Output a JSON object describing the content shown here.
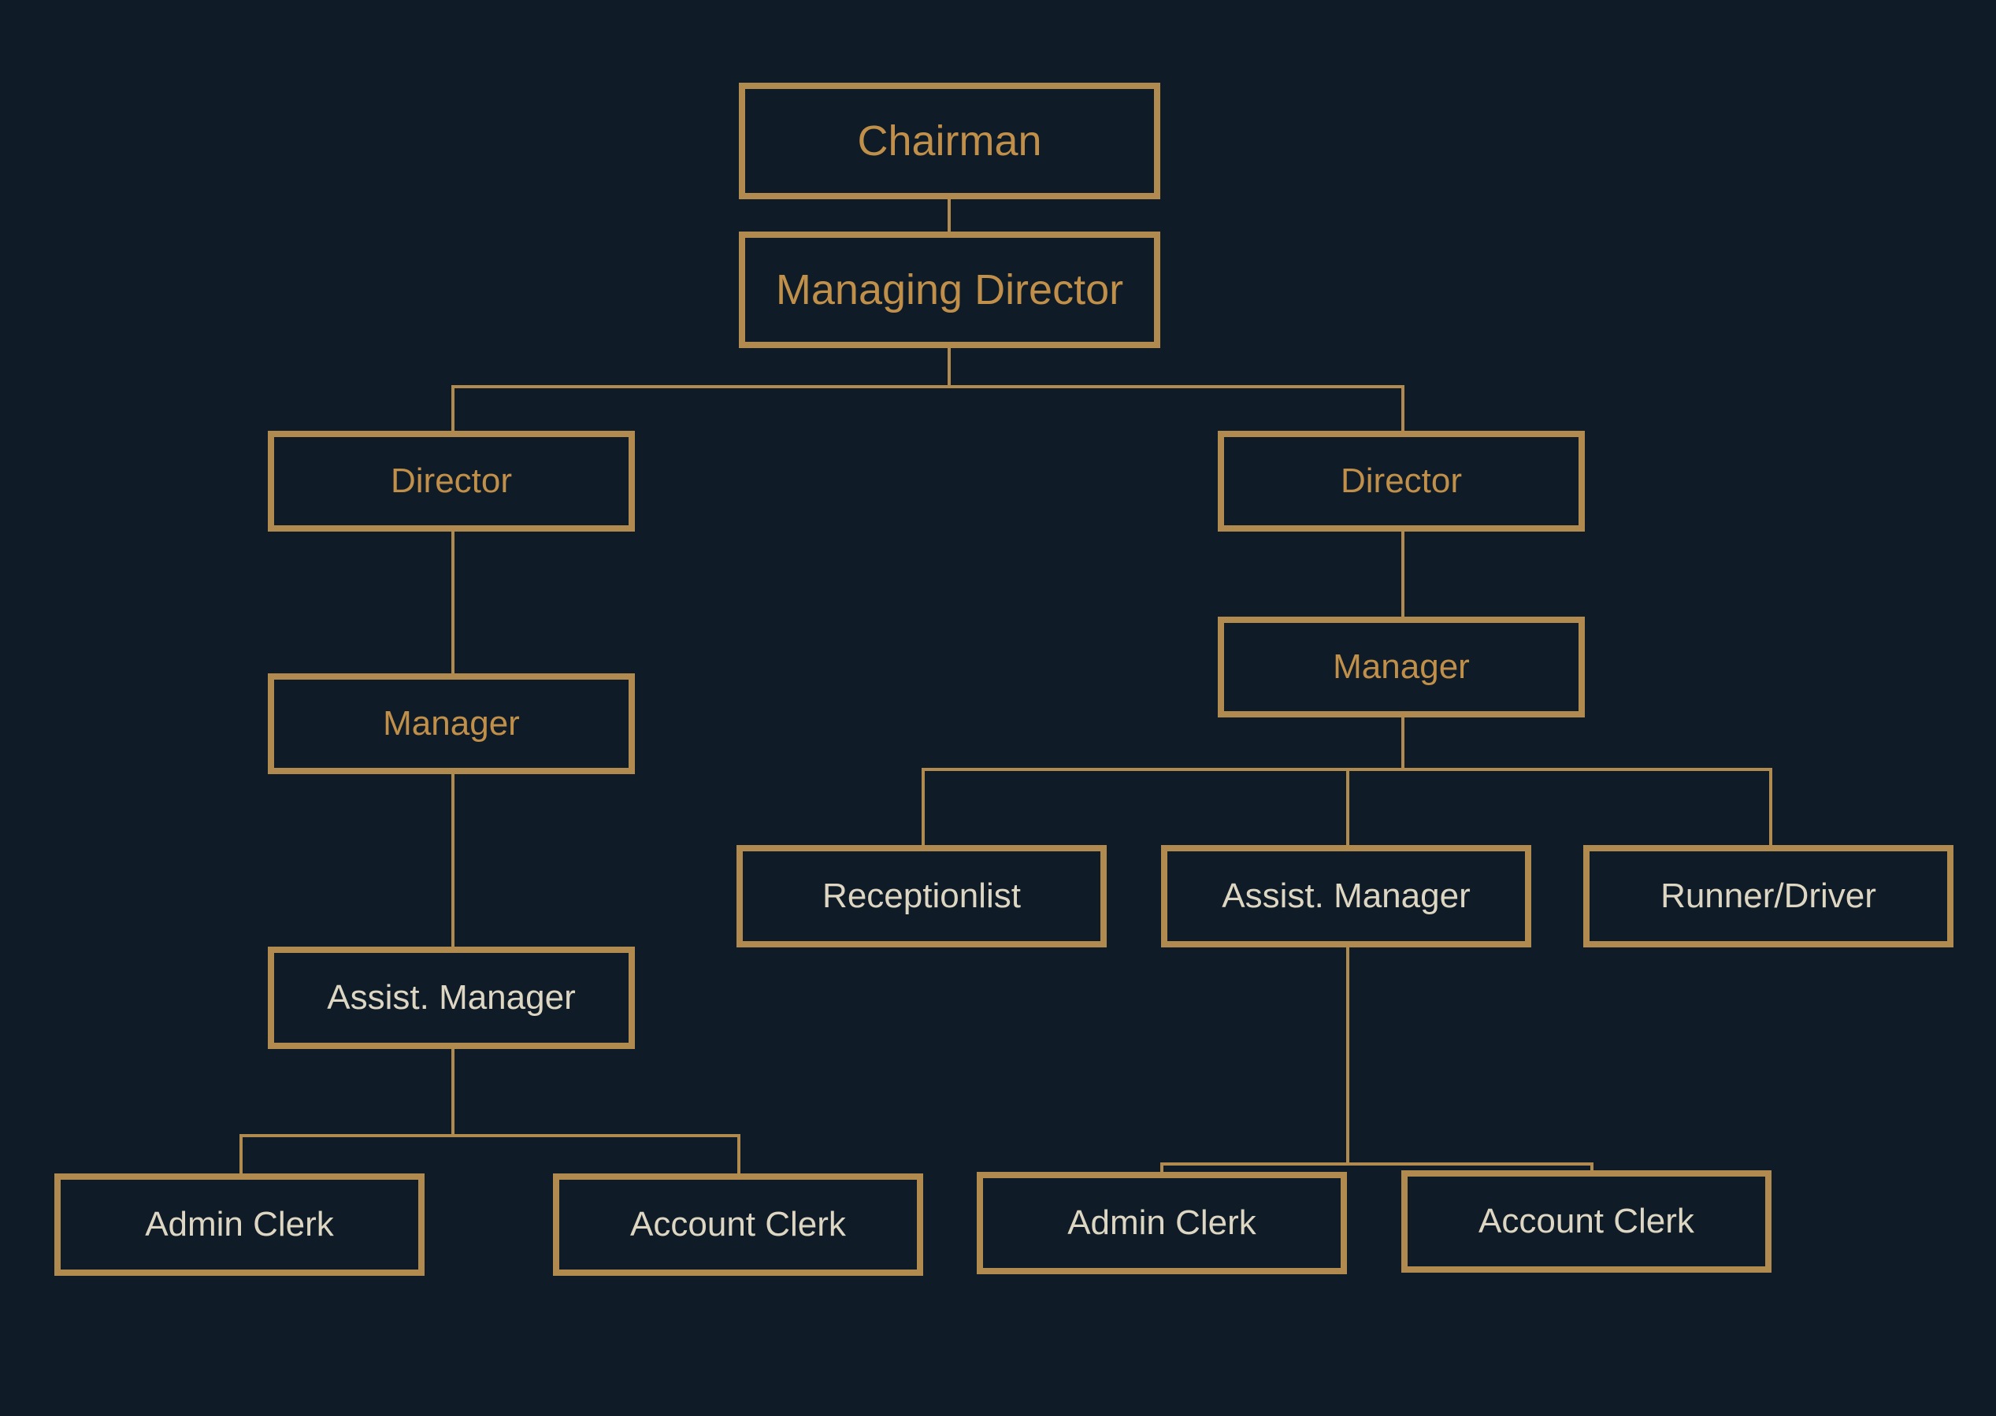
{
  "chart_data": {
    "type": "diagram",
    "diagram_type": "organizational-chart",
    "title": "",
    "background_color": "#0f1b26",
    "accent_color": "#b08a4f",
    "gold_text_color": "#c08f4a",
    "cream_text_color": "#ddd6c2",
    "nodes": [
      {
        "id": "chairman",
        "label": "Chairman",
        "level": 0,
        "text_style": "gold"
      },
      {
        "id": "managing-director",
        "label": "Managing Director",
        "level": 1,
        "text_style": "gold"
      },
      {
        "id": "director-left",
        "label": "Director",
        "level": 2,
        "text_style": "gold"
      },
      {
        "id": "director-right",
        "label": "Director",
        "level": 2,
        "text_style": "gold"
      },
      {
        "id": "manager-left",
        "label": "Manager",
        "level": 3,
        "text_style": "gold"
      },
      {
        "id": "manager-right",
        "label": "Manager",
        "level": 3,
        "text_style": "gold"
      },
      {
        "id": "receptionlist",
        "label": "Receptionlist",
        "level": 4,
        "text_style": "cream"
      },
      {
        "id": "assist-manager-right",
        "label": "Assist. Manager",
        "level": 4,
        "text_style": "cream"
      },
      {
        "id": "runner-driver",
        "label": "Runner/Driver",
        "level": 4,
        "text_style": "cream"
      },
      {
        "id": "assist-manager-left",
        "label": "Assist. Manager",
        "level": 4,
        "text_style": "cream"
      },
      {
        "id": "admin-clerk-left",
        "label": "Admin Clerk",
        "level": 5,
        "text_style": "cream"
      },
      {
        "id": "account-clerk-left",
        "label": "Account Clerk",
        "level": 5,
        "text_style": "cream"
      },
      {
        "id": "admin-clerk-right",
        "label": "Admin Clerk",
        "level": 5,
        "text_style": "cream"
      },
      {
        "id": "account-clerk-right",
        "label": "Account Clerk",
        "level": 5,
        "text_style": "cream"
      }
    ],
    "edges": [
      {
        "from": "chairman",
        "to": "managing-director"
      },
      {
        "from": "managing-director",
        "to": "director-left"
      },
      {
        "from": "managing-director",
        "to": "director-right"
      },
      {
        "from": "director-left",
        "to": "manager-left"
      },
      {
        "from": "director-right",
        "to": "manager-right"
      },
      {
        "from": "manager-left",
        "to": "assist-manager-left"
      },
      {
        "from": "manager-right",
        "to": "receptionlist"
      },
      {
        "from": "manager-right",
        "to": "assist-manager-right"
      },
      {
        "from": "manager-right",
        "to": "runner-driver"
      },
      {
        "from": "assist-manager-left",
        "to": "admin-clerk-left"
      },
      {
        "from": "assist-manager-left",
        "to": "account-clerk-left"
      },
      {
        "from": "assist-manager-right",
        "to": "admin-clerk-right"
      },
      {
        "from": "assist-manager-right",
        "to": "account-clerk-right"
      }
    ]
  },
  "nodes": {
    "chairman": "Chairman",
    "managing_director": "Managing Director",
    "director_left": "Director",
    "director_right": "Director",
    "manager_left": "Manager",
    "manager_right": "Manager",
    "receptionlist": "Receptionlist",
    "assist_manager_right": "Assist. Manager",
    "runner_driver": "Runner/Driver",
    "assist_manager_left": "Assist. Manager",
    "admin_clerk_left": "Admin Clerk",
    "account_clerk_left": "Account Clerk",
    "admin_clerk_right": "Admin Clerk",
    "account_clerk_right": "Account Clerk"
  }
}
